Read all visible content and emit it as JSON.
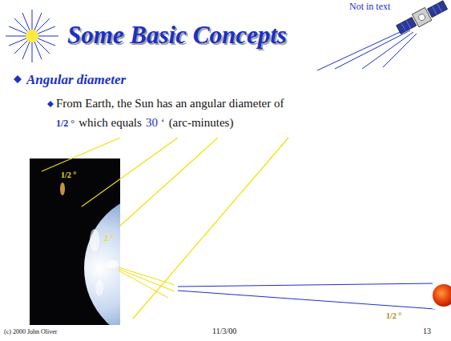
{
  "diagram": {
    "title": "Some Basic Concepts",
    "labels": [
      "Not in text",
      "Angular diameter",
      "From Earth, the Sun has an angular diameter of",
      "1/2 °",
      "which equals",
      "30 ‘",
      "(arc-minutes)",
      "1/2 °",
      "2 °",
      "1/2 °",
      "(c) 2000 John Oliver",
      "11/3/00",
      "13"
    ]
  }
}
